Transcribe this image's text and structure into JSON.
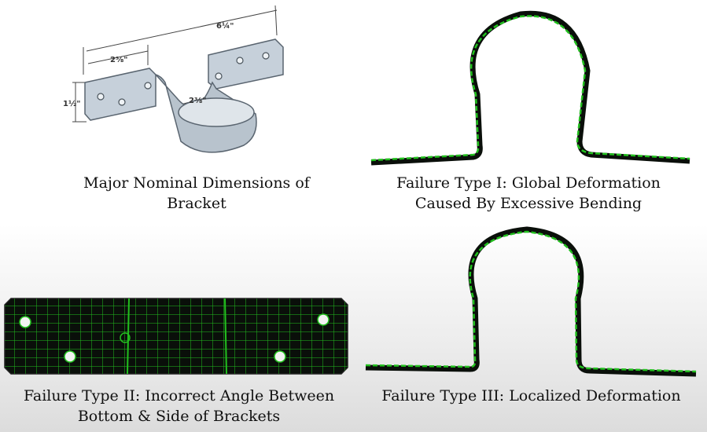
{
  "panels": {
    "bracket": {
      "dims": {
        "overall": "6¼\"",
        "flange": "2⅜\"",
        "height": "1½\"",
        "inner": "2⅜\""
      },
      "caption_line1": "Major Nominal Dimensions of",
      "caption_line2": "Bracket"
    },
    "failure1": {
      "caption_line1": "Failure Type I: Global Deformation",
      "caption_line2": "Caused By Excessive Bending"
    },
    "failure2": {
      "caption_line1": "Failure Type II: Incorrect Angle Between",
      "caption_line2": "Bottom & Side of Brackets"
    },
    "failure3": {
      "caption_line1": "Failure Type III: Localized Deformation"
    }
  },
  "colors": {
    "mesh": "#22c01e",
    "dark": "#0a0f0a",
    "bracket": "#c6d0da",
    "bracket_edge": "#5a6570"
  }
}
